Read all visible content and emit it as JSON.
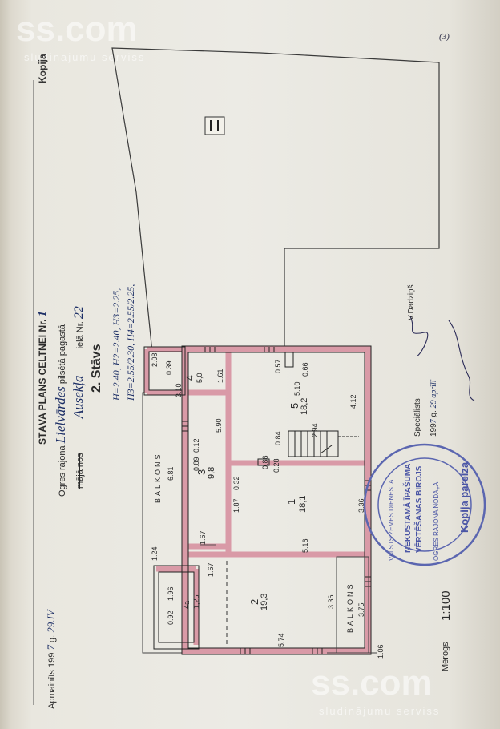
{
  "watermark": {
    "brand": "ss.com",
    "tagline": "sludinājumu serviss"
  },
  "stamp_corner": "Kopija",
  "page_mark": "(3)",
  "title": {
    "heading": "STĀVA PLĀNS CELTNEI Nr.",
    "building_no": "1",
    "district_label": "Ogres rajona",
    "town_value": "Lielvārdes",
    "town_suffix": "pilsētā",
    "town_suffix_struck": "pagastā",
    "struck_house": "mājā nos",
    "street_value": "Ausekļa",
    "street_no_label": "ielā Nr.",
    "street_no": "22",
    "floor": "2. Stāvs",
    "heights_1": "H=2.40, H2=2.40, H3=2.25,",
    "heights_2": "H3=2.55/2.30, H4=2.55/2.25,"
  },
  "survey": {
    "label": "Apmainīts 199",
    "year": "7",
    "g": "g.",
    "date": "29.IV"
  },
  "scale": {
    "label": "Mērogs",
    "value": "1:100"
  },
  "specialist": {
    "label": "Speciālists",
    "name": "V.Dadziņš",
    "date_prefix": "199",
    "year": "7",
    "g": "g.",
    "day": "29",
    "month": "aprīlī"
  },
  "round_stamp": {
    "top": "VALSTS ZEMES DIENESTA",
    "middle1": "NEKUSTAMĀ ĪPAŠUMA",
    "middle2": "VĒRTĒŠANAS BIROJS",
    "bottom": "OGRES RAJONA NODAĻA"
  },
  "copy_stamp": "Kopija pareiza",
  "rooms": [
    {
      "no": "1",
      "area": "18,1",
      "dims": [
        "3.36",
        "5.16",
        "0.32",
        "1.87"
      ]
    },
    {
      "no": "2",
      "area": "19,3",
      "dims": [
        "3.36",
        "5.74"
      ]
    },
    {
      "no": "3",
      "area": "9,8",
      "dims": [
        "5.90",
        "0.12",
        "0.89"
      ]
    },
    {
      "no": "4",
      "area": "5,0",
      "dims": [
        "3.10",
        "1.61"
      ]
    },
    {
      "no": "4a",
      "area": "1,25",
      "dims": [
        "1.96",
        "0.92"
      ]
    },
    {
      "no": "5",
      "area": "18,2",
      "dims": [
        "4.12",
        "5.10",
        "0.66",
        "0.57",
        "0.84",
        "2.94"
      ]
    }
  ],
  "misc_dims": {
    "top_left": "2.08",
    "top_left2": "0.39",
    "hall_a": "1.67",
    "hall_b": "1.67",
    "hall_c": "1.24",
    "side": "0.28",
    "bottom_r": "1.06",
    "corr": "0.86"
  },
  "balconies": [
    {
      "label": "BALKONS",
      "dim": "6.81"
    },
    {
      "label": "BALKONS",
      "dim": "3.75"
    }
  ]
}
